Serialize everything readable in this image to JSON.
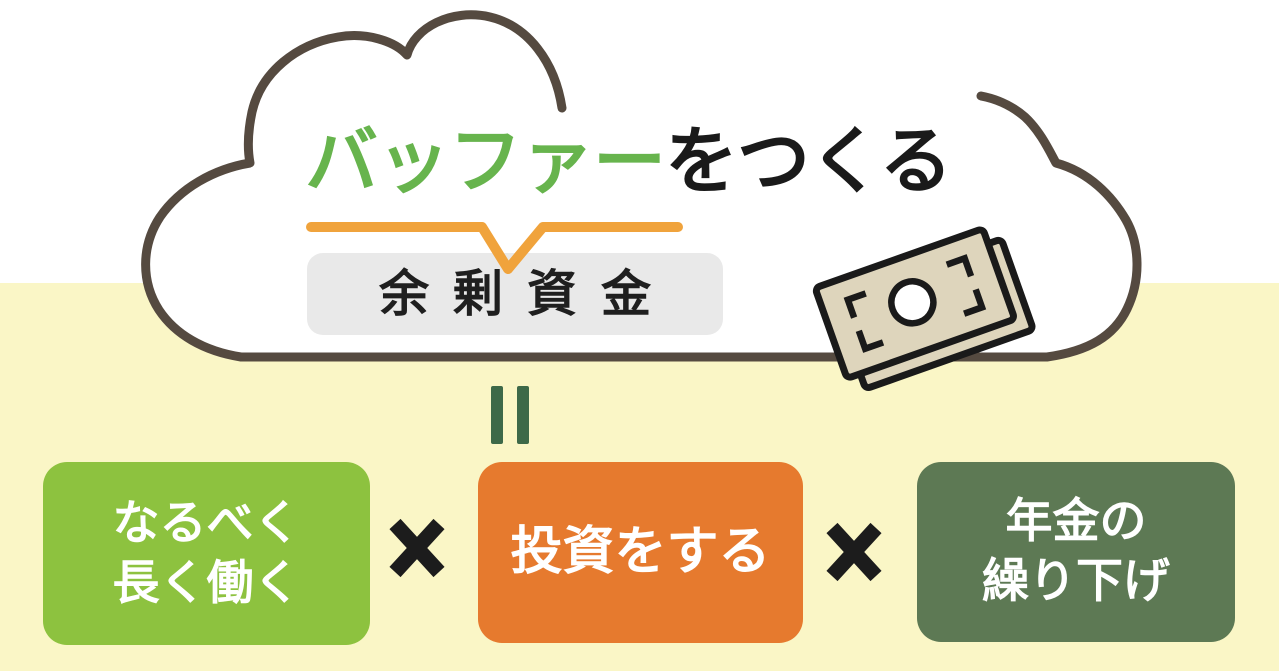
{
  "cloud": {
    "label_highlight": "バッファー",
    "label_suffix": "をつくる",
    "callout_label": "余剰資金"
  },
  "equation": {
    "equals_symbol": "=",
    "times_symbol": "×",
    "terms": [
      {
        "lines": [
          "なるべく",
          "長く働く"
        ]
      },
      {
        "lines": [
          "投資をする"
        ]
      },
      {
        "lines": [
          "年金の",
          "繰り下げ"
        ]
      }
    ]
  },
  "icons": {
    "cloud": "cloud-outline",
    "banknotes": "banknotes-icon",
    "equals": "equals-icon",
    "multiply": "multiply-icon"
  },
  "colors": {
    "background_top": "#ffffff",
    "background_bottom": "#faf6c6",
    "cloud_outline": "#554a40",
    "headline_highlight": "#67b44d",
    "headline_text": "#1a1a1a",
    "underline_accent": "#f0a33c",
    "callout_box": "#e9e9e9",
    "callout_text": "#1f1f1f",
    "equals_bars": "#3d6948",
    "multiply_mark": "#1c1c1c",
    "term_green": "#8dc23f",
    "term_orange": "#e67a2e",
    "term_dark_green": "#5d7954",
    "term_text": "#ffffff",
    "banknote_fill": "#ded5bc",
    "banknote_outline": "#1a1a1a"
  }
}
